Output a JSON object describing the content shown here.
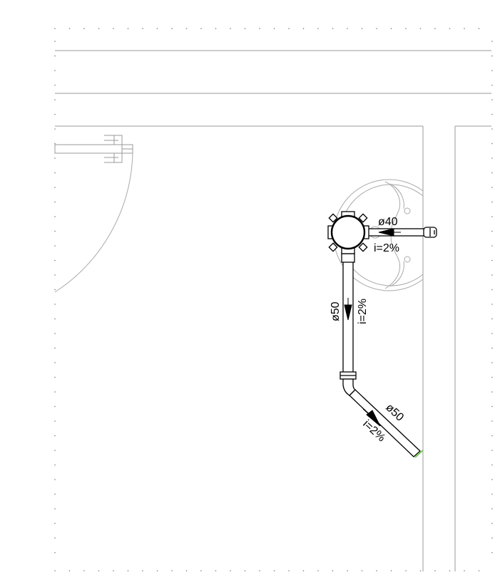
{
  "drawing": {
    "colors": {
      "background": "#ffffff",
      "wall_line": "#999999",
      "fixture_line": "#aaaaaa",
      "pipe_stroke": "#000000",
      "pipe_fill": "#ffffff",
      "dots": "#777777",
      "riser_accent": "#66cc33"
    },
    "pipes": [
      {
        "id": "washbasin-branch",
        "diameter_label": "ø40",
        "slope_label": "i=2%"
      },
      {
        "id": "vertical-drain",
        "diameter_label": "ø50",
        "slope_label": "i=2%"
      },
      {
        "id": "diagonal-drain",
        "diameter_label": "ø50",
        "slope_label": "i=2%"
      }
    ]
  }
}
